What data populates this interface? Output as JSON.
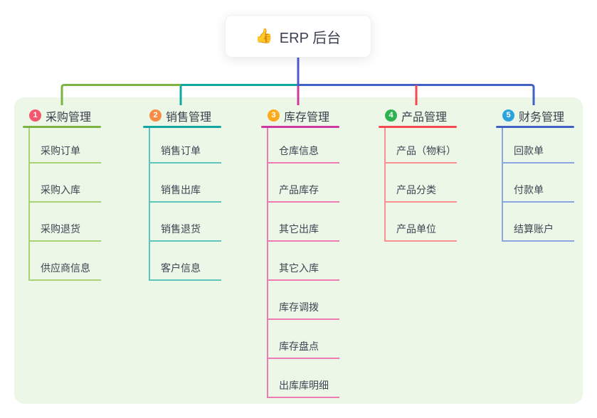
{
  "root": {
    "label": "ERP 后台",
    "icon": "👍",
    "connector_color": "#4d5bce"
  },
  "panel": {
    "background": "#ecf7e8"
  },
  "branches": [
    {
      "badge": "1",
      "label": "采购管理",
      "badge_color": "#f4566d",
      "line_color": "#7cb342",
      "child_line_color": "#a8d275",
      "children": [
        "采购订单",
        "采购入库",
        "采购退货",
        "供应商信息"
      ]
    },
    {
      "badge": "2",
      "label": "销售管理",
      "badge_color": "#f78c44",
      "line_color": "#10a8a0",
      "child_line_color": "#5cc5bc",
      "children": [
        "销售订单",
        "销售出库",
        "销售退货",
        "客户信息"
      ]
    },
    {
      "badge": "3",
      "label": "库存管理",
      "badge_color": "#fcab1f",
      "line_color": "#ce39a1",
      "child_line_color": "#f07ab4",
      "children": [
        "仓库信息",
        "产品库存",
        "其它出库",
        "其它入库",
        "库存调拨",
        "库存盘点",
        "出库库明细"
      ]
    },
    {
      "badge": "4",
      "label": "产品管理",
      "badge_color": "#2eb251",
      "line_color": "#f5484f",
      "child_line_color": "#f99193",
      "children": [
        "产品（物料）",
        "产品分类",
        "产品单位"
      ]
    },
    {
      "badge": "5",
      "label": "财务管理",
      "badge_color": "#2ca3dd",
      "line_color": "#4161c6",
      "child_line_color": "#8ca5de",
      "children": [
        "回款单",
        "付款单",
        "结算账户"
      ]
    }
  ]
}
